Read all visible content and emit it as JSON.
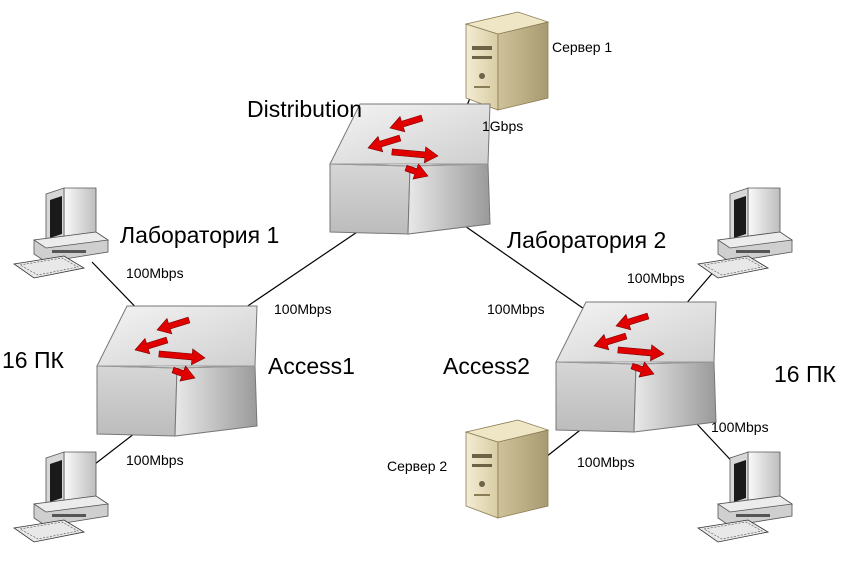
{
  "nodes": {
    "distribution": {
      "label": "Distribution"
    },
    "access1": {
      "label": "Access1"
    },
    "access2": {
      "label": "Access2"
    },
    "server1": {
      "label": "Сервер 1"
    },
    "server2": {
      "label": "Сервер 2"
    }
  },
  "groups": {
    "lab1": {
      "label": "Лаборатория 1",
      "count": "16 ПК"
    },
    "lab2": {
      "label": "Лаборатория 2",
      "count": "16 ПК"
    }
  },
  "links": {
    "server1_distribution": "1Gbps",
    "distribution_access1": "100Mbps",
    "distribution_access2": "100Mbps",
    "access1_pc_top": "100Mbps",
    "access1_pc_bottom": "100Mbps",
    "access2_pc_top": "100Mbps",
    "access2_pc_bottom": "100Mbps",
    "access2_server2": "100Mbps"
  },
  "colors": {
    "arrow": "#e00000",
    "switch_face": "#d8d8d8",
    "server_body": "#e6dcbc"
  }
}
